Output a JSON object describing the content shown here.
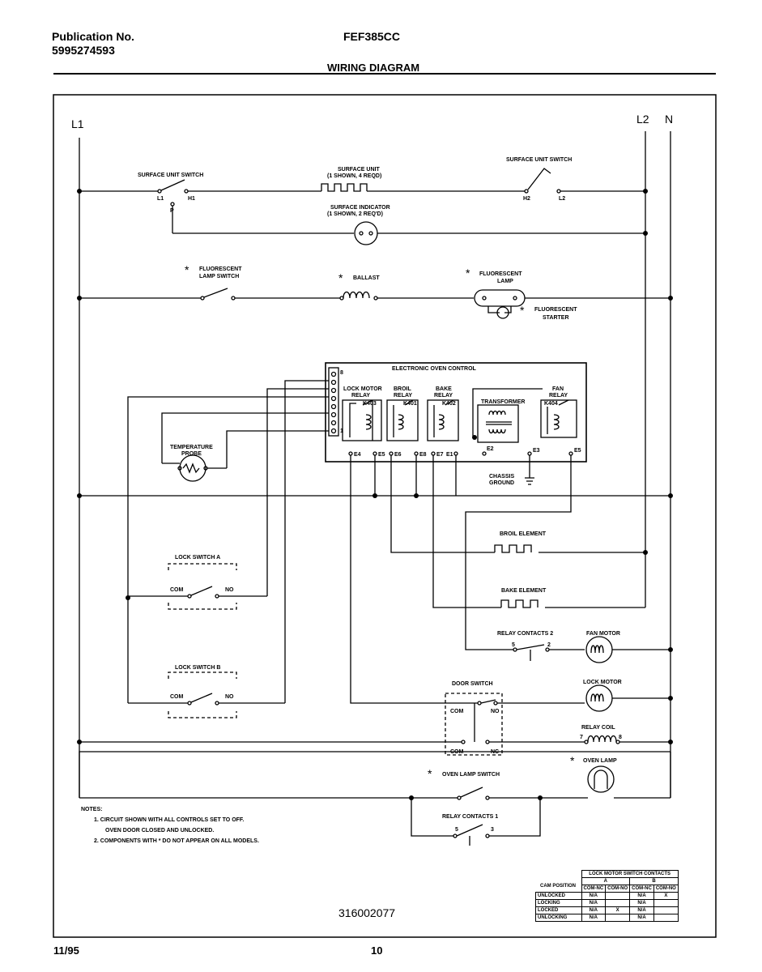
{
  "header": {
    "publication_label": "Publication No.",
    "publication_number": "5995274593",
    "model": "FEF385CC",
    "title": "WIRING DIAGRAM"
  },
  "diagram": {
    "lines": {
      "l1": "L1",
      "l2": "L2",
      "n": "N"
    },
    "labels": {
      "surface_unit_switch": "SURFACE UNIT SWITCH",
      "surface_unit": "SURFACE UNIT",
      "surface_unit_count": "(1 SHOWN, 4 REQD)",
      "surface_indicator": "SURFACE INDICATOR",
      "surface_indicator_count": "(1 SHOWN, 2 REQ'D)",
      "fluorescent_lamp_switch_1": "FLUORESCENT",
      "fluorescent_lamp_switch_2": "LAMP SWITCH",
      "ballast": "BALLAST",
      "fluorescent_lamp_1": "FLUORESCENT",
      "fluorescent_lamp_2": "LAMP",
      "fluorescent_starter_1": "FLUORESCENT",
      "fluorescent_starter_2": "STARTER",
      "electronic_oven_control": "ELECTRONIC OVEN CONTROL",
      "lock_motor_relay_1": "LOCK MOTOR",
      "lock_motor_relay_2": "RELAY",
      "broil_relay_1": "BROIL",
      "broil_relay_2": "RELAY",
      "bake_relay_1": "BAKE",
      "bake_relay_2": "RELAY",
      "transformer": "TRANSFORMER",
      "fan_relay_1": "FAN",
      "fan_relay_2": "RELAY",
      "chassis_ground_1": "CHASSIS",
      "chassis_ground_2": "GROUND",
      "temperature_probe_1": "TEMPERATURE",
      "temperature_probe_2": "PROBE",
      "broil_element": "BROIL ELEMENT",
      "bake_element": "BAKE ELEMENT",
      "lock_switch_a": "LOCK SWITCH A",
      "lock_switch_b": "LOCK SWITCH B",
      "relay_contacts_2": "RELAY CONTACTS 2",
      "fan_motor": "FAN MOTOR",
      "door_switch": "DOOR SWITCH",
      "lock_motor": "LOCK MOTOR",
      "relay_coil": "RELAY COIL",
      "oven_lamp": "OVEN LAMP",
      "oven_lamp_switch": "OVEN LAMP SWITCH",
      "relay_contacts_1": "RELAY CONTACTS 1",
      "com": "COM",
      "no": "NO",
      "nc": "NC",
      "asterisk": "*"
    },
    "terminals": {
      "l1": "L1",
      "p": "P",
      "h1": "H1",
      "h2": "H2",
      "l2": "L2",
      "k403": "K403",
      "k401": "K401",
      "k402": "K402",
      "k404": "K404",
      "e4": "E4",
      "e5": "E5",
      "e6": "E6",
      "e8": "E8",
      "e7": "E7",
      "e1": "E1",
      "e2": "E2",
      "e3": "E3",
      "e5b": "E5",
      "pin8": "8",
      "pin1": "1",
      "t5": "5",
      "t2": "2",
      "t7": "7",
      "t8": "8",
      "t5b": "5",
      "t3": "3"
    },
    "part_number": "316002077"
  },
  "notes": {
    "heading": "NOTES:",
    "note1a": "1. CIRCUIT SHOWN WITH ALL CONTROLS SET TO OFF.",
    "note1b": "OVEN DOOR CLOSED AND UNLOCKED.",
    "note2": "2. COMPONENTS WITH * DO NOT APPEAR ON ALL MODELS."
  },
  "contacts_table": {
    "title": "LOCK MOTOR SWITCH CONTACTS",
    "cam_position": "CAM POSITION",
    "group_a": "A",
    "group_b": "B",
    "columns": [
      "COM-NC",
      "COM-NO",
      "COM-NC",
      "COM-NO"
    ],
    "rows": [
      {
        "position": "UNLOCKED",
        "cells": [
          "N/A",
          "",
          "N/A",
          "X"
        ]
      },
      {
        "position": "LOCKING",
        "cells": [
          "N/A",
          "",
          "N/A",
          ""
        ]
      },
      {
        "position": "LOCKED",
        "cells": [
          "N/A",
          "X",
          "N/A",
          ""
        ]
      },
      {
        "position": "UNLOCKING",
        "cells": [
          "N/A",
          "",
          "N/A",
          ""
        ]
      }
    ]
  },
  "footer": {
    "date": "11/95",
    "page": "10"
  }
}
